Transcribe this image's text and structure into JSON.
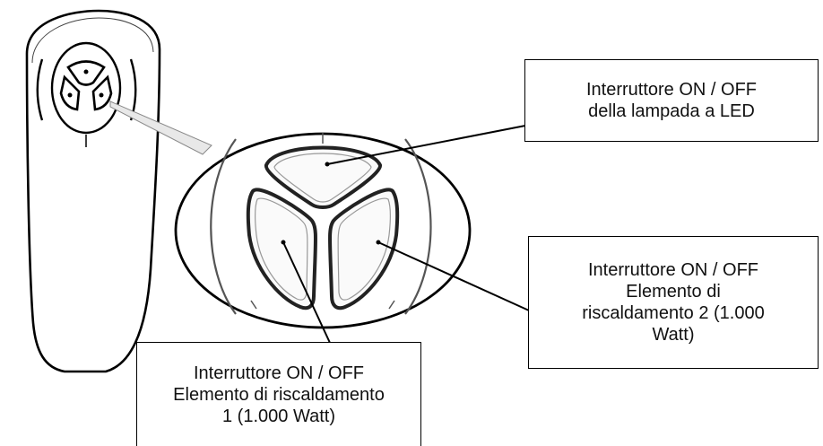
{
  "callouts": {
    "led_lamp": {
      "line1": "Interruttore ON / OFF",
      "line2": "della lampada a LED"
    },
    "heater_2": {
      "line1": "Interruttore ON / OFF",
      "line2": "Elemento di",
      "line3": "riscaldamento 2 (1.000",
      "line4": "Watt)"
    },
    "heater_1": {
      "line1": "Interruttore ON / OFF",
      "line2": "Elemento di riscaldamento",
      "line3": "1 (1.000 Watt)"
    }
  },
  "colors": {
    "outline": "#000000",
    "button_face": "#fafafa",
    "remote_body": "#ffffff",
    "text": "#111111"
  },
  "icons": [
    "remote-control-icon",
    "button-pad-icon"
  ]
}
